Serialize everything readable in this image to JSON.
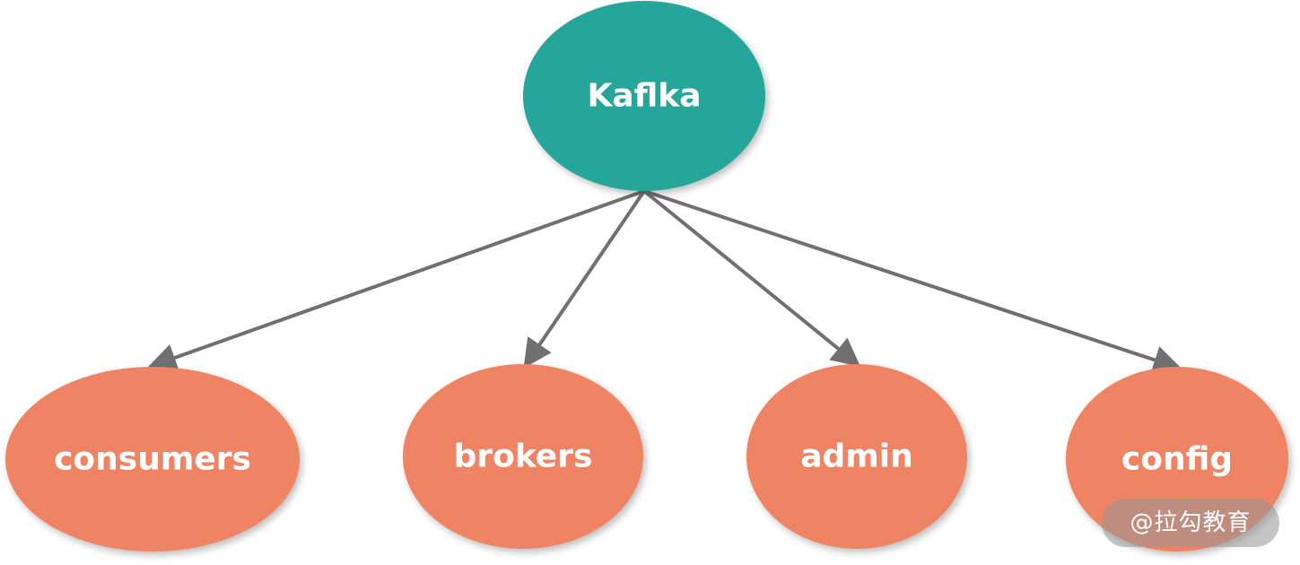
{
  "diagram": {
    "root": {
      "label": "Kaflka",
      "color": "#26A69A"
    },
    "children": [
      {
        "label": "consumers",
        "color": "#EF8465"
      },
      {
        "label": "brokers",
        "color": "#EF8465"
      },
      {
        "label": "admin",
        "color": "#EF8465"
      },
      {
        "label": "config",
        "color": "#EF8465"
      }
    ],
    "edge_color": "#707070"
  },
  "watermark": {
    "text": "@拉勾教育"
  }
}
